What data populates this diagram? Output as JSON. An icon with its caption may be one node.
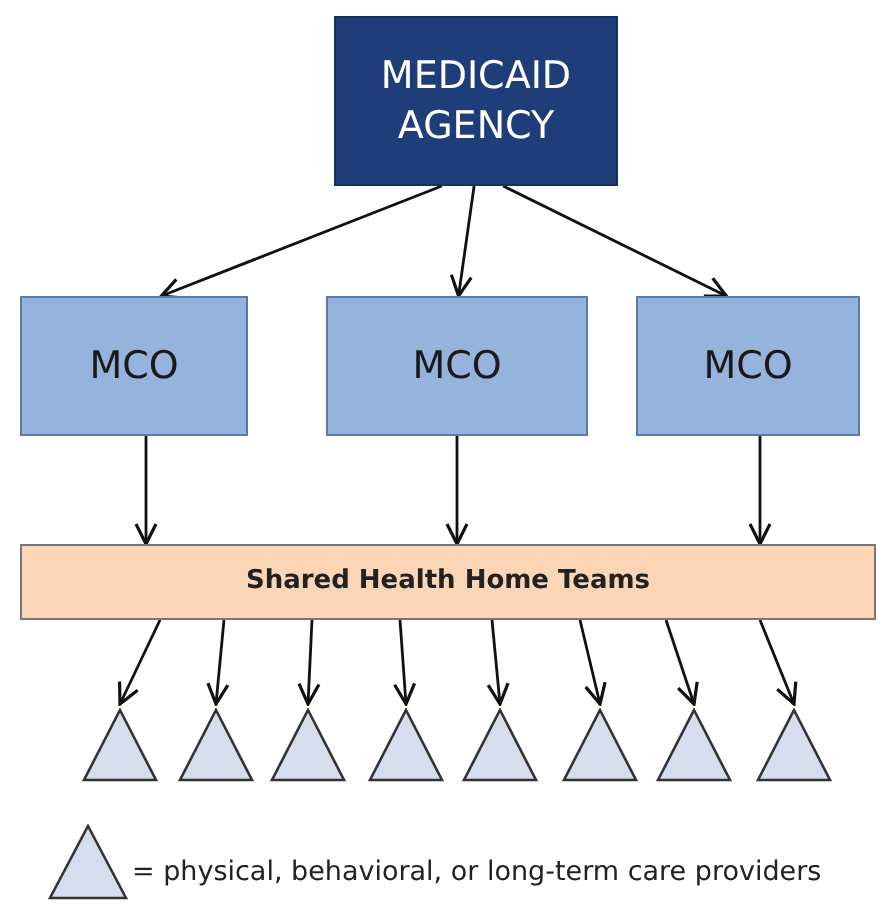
{
  "diagram": {
    "nodes": [
      {
        "text": [
          "MEDICAID AGENCY"
        ]
      },
      {
        "text": [
          "MCO"
        ]
      },
      {
        "text": [
          "MCO"
        ]
      },
      {
        "text": [
          "MCO"
        ]
      },
      {
        "text": [
          "Shared Health Home Teams"
        ]
      },
      {
        "text": [],
        "shape": "triangle"
      },
      {
        "text": [],
        "shape": "triangle"
      },
      {
        "text": [],
        "shape": "triangle"
      },
      {
        "text": [],
        "shape": "triangle"
      },
      {
        "text": [],
        "shape": "triangle"
      },
      {
        "text": [],
        "shape": "triangle"
      },
      {
        "text": [],
        "shape": "triangle"
      },
      {
        "text": [],
        "shape": "triangle"
      }
    ],
    "edges": [
      {
        "from": 0,
        "to": 1,
        "arrow": "to"
      },
      {
        "from": 0,
        "to": 2,
        "arrow": "to"
      },
      {
        "from": 0,
        "to": 3,
        "arrow": "to"
      },
      {
        "from": 1,
        "to": 4,
        "arrow": "to"
      },
      {
        "from": 2,
        "to": 4,
        "arrow": "to"
      },
      {
        "from": 3,
        "to": 4,
        "arrow": "to"
      },
      {
        "from": 4,
        "to": 5,
        "arrow": "to"
      },
      {
        "from": 4,
        "to": 6,
        "arrow": "to"
      },
      {
        "from": 4,
        "to": 7,
        "arrow": "to"
      },
      {
        "from": 4,
        "to": 8,
        "arrow": "to"
      },
      {
        "from": 4,
        "to": 9,
        "arrow": "to"
      },
      {
        "from": 4,
        "to": 10,
        "arrow": "to"
      },
      {
        "from": 4,
        "to": 11,
        "arrow": "to"
      },
      {
        "from": 4,
        "to": 12,
        "arrow": "to"
      }
    ],
    "legend": [
      {
        "text": "= physical, behavioral, or long-term care providers"
      }
    ]
  }
}
